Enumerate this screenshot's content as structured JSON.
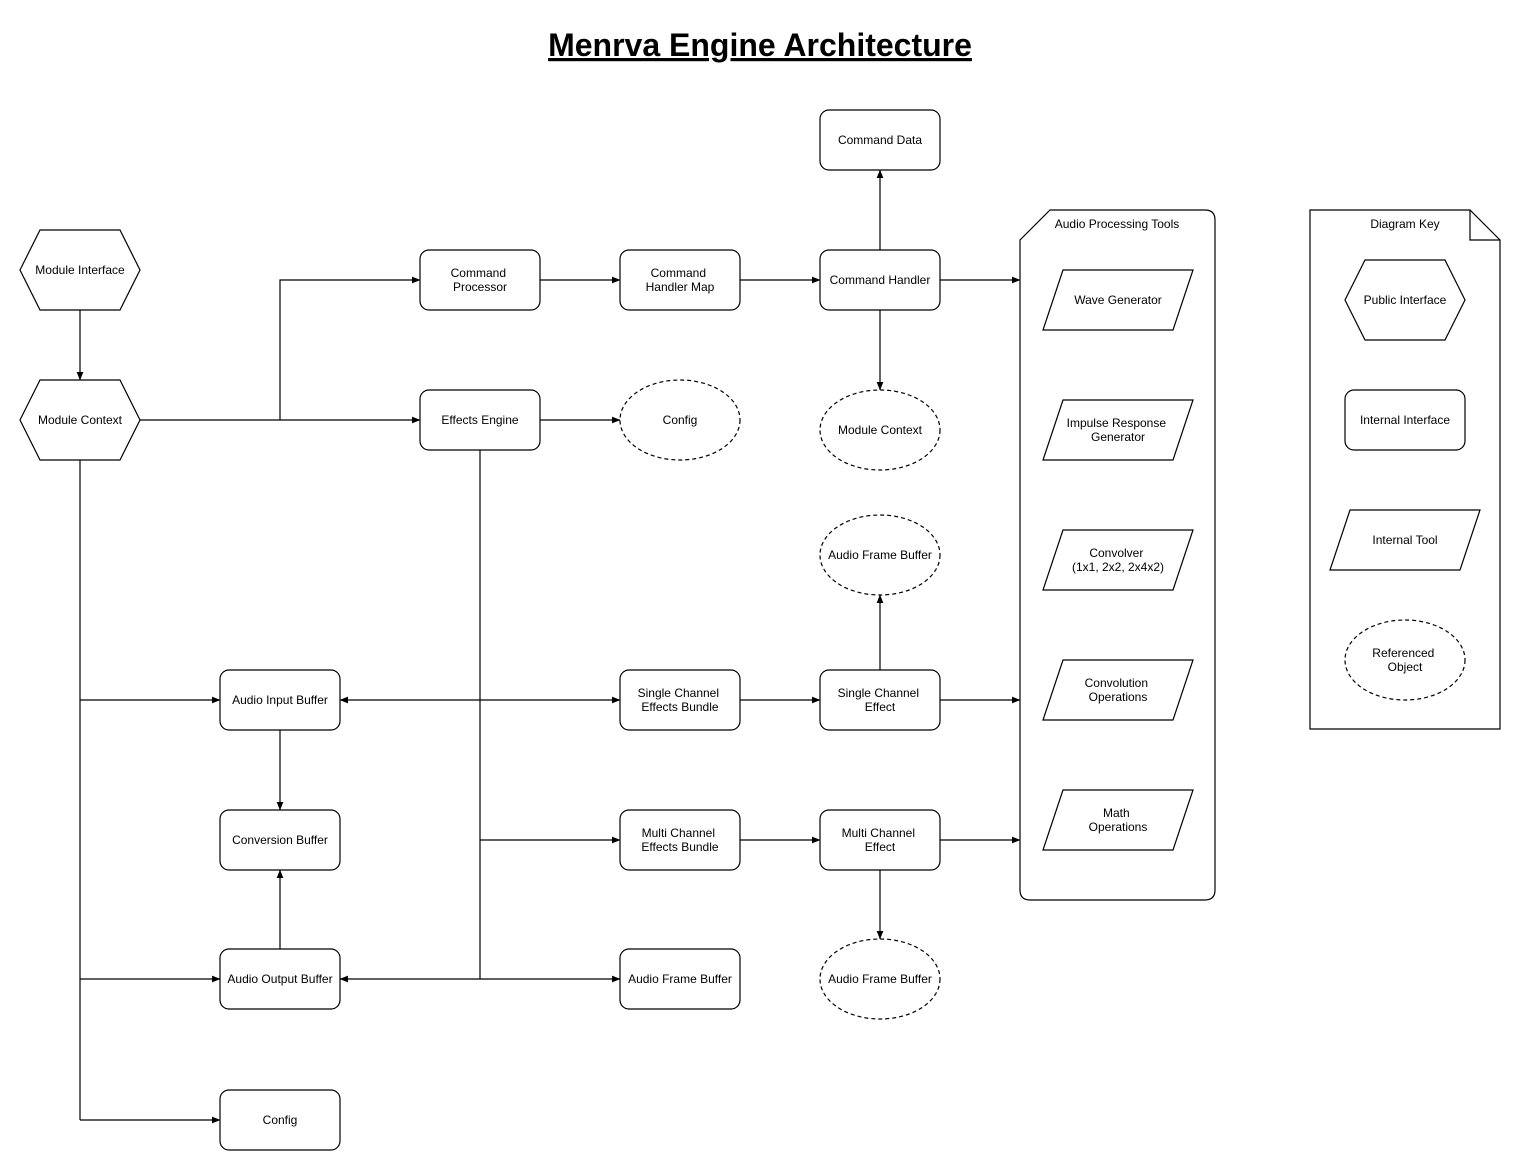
{
  "title": "Menrva Engine Architecture",
  "nodes": {
    "module_interface": "Module Interface",
    "module_context": "Module Context",
    "command_processor": [
      "Command",
      "Processor"
    ],
    "command_handler_map": [
      "Command",
      "Handler Map"
    ],
    "command_handler": "Command Handler",
    "command_data": "Command Data",
    "effects_engine": "Effects Engine",
    "config_ref": "Config",
    "module_context_ref": "Module Context",
    "audio_frame_buffer_ref_top": "Audio Frame Buffer",
    "audio_input_buffer": "Audio Input Buffer",
    "single_channel_effects_bundle": [
      "Single Channel",
      "Effects Bundle"
    ],
    "single_channel_effect": [
      "Single Channel",
      "Effect"
    ],
    "conversion_buffer": "Conversion Buffer",
    "multi_channel_effects_bundle": [
      "Multi Channel",
      "Effects Bundle"
    ],
    "multi_channel_effect": [
      "Multi Channel",
      "Effect"
    ],
    "audio_output_buffer": "Audio Output Buffer",
    "audio_frame_buffer": "Audio Frame Buffer",
    "audio_frame_buffer_ref_bottom": "Audio Frame Buffer",
    "config_bottom": "Config"
  },
  "tools_panel": {
    "title": "Audio Processing Tools",
    "tools": [
      [
        "Wave Generator"
      ],
      [
        "Impulse Response",
        "Generator"
      ],
      [
        "Convolver",
        "(1x1, 2x2, 2x4x2)"
      ],
      [
        "Convolution",
        "Operations"
      ],
      [
        "Math",
        "Operations"
      ]
    ]
  },
  "key_panel": {
    "title": "Diagram Key",
    "items": {
      "public_interface": "Public Interface",
      "internal_interface": "Internal Interface",
      "internal_tool": "Internal Tool",
      "referenced_object": [
        "Referenced",
        "Object"
      ]
    }
  }
}
